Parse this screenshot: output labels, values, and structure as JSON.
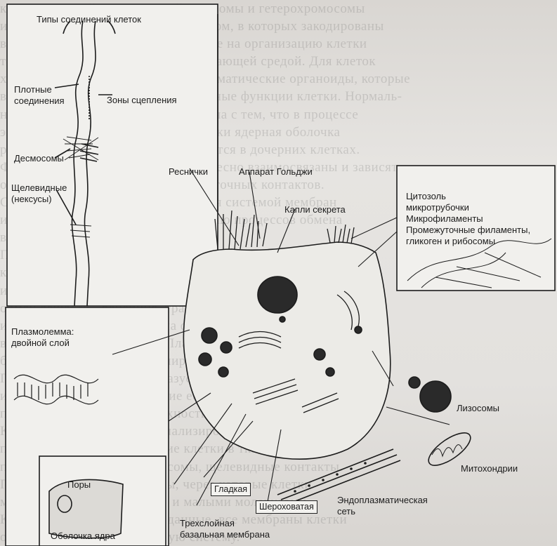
{
  "diagram": {
    "background_text_lines": [
      "кается по одной копии каждой аутосомы и гетерохромосомы",
      "и наследует по одной копии хромосом, в которых закодированы",
      "все виды информации, рассчитанные на организацию клетки",
      "только при взаимодействии с окружающей средой. Для клеток",
      "характерны мембранные и цитоплазматические органоиды, которые",
      "в комплексе выполняют все жизненные функции клетки. Нормаль-",
      "ность ядерного компартмента связана с тем, что в процессе",
      "эволюции при каждом делении клетки ядерная оболочка",
      "распадается и снова восстанавливается в дочерних клетках.",
      "Функции мембранных органоидов тесно взаимосвязаны и зависят",
      "от состояния цитоскелета и межклеточных контактов.",
      "Структура цитоплазмы определяется системой мембран",
      "и обеспечивает компартментализацию процессов обмена",
      "веществ в клетке.",
      "Плазмолемма (плазматическая мембрана) - внешняя",
      "клеточная структура, образующая поверхностный барьер",
      "и ограничивающая клетку. Через плазмолемму осуществляется",
      "обмен веществ - рецепция, транспорт, межклеточные контакты",
      "и другие функции. Мембрана состоит из двух слоёв липидов,",
      "в которые встроены белки. Плазмолемма выполняет",
      "барьерную функцию и регулирует поступление веществ.",
      "Поверхность мембраны образует многочисленные выросты",
      "и углубления, увеличивающие её площадь. Гликокаликс",
      "покрывает наружную поверхность клетки.",
      "Клеточные контакты - специализированные структуры",
      "плазмолеммы, объединяющие клетки в ткани. Различают",
      "плотные соединения, десмосомы, щелевидные контакты.",
      "При этом образуются каналы, через которые клетки",
      "могут обмениваться ионами и малыми молекулами.",
      "Как показывают последние данные, все мембраны клетки",
      "образуют единую мембранную систему."
    ],
    "labels": {
      "cell_junction_types": "Типы соединений клеток",
      "tight_junctions": "Плотные\nсоединения",
      "adhesion_zones": "Зоны сцепления",
      "desmosomes": "Десмосомы",
      "gap_junctions": "Щелевидные\n(нексусы)",
      "cilia": "Реснички",
      "golgi": "Аппарат Гольджи",
      "secretion_drops": "Капли секрета",
      "cytoskeleton_box": "Цитозоль\nмикротрубочки\nМикрофиламенты\nПромежуточные филаменты,\nгликоген и рибосомы",
      "plasmalemma": "Плазмолемма:\nдвойной слой",
      "lysosomes": "Лизосомы",
      "mitochondria": "Митохондрии",
      "pores": "Поры",
      "nuclear_envelope": "Оболочка ядра",
      "basal_membrane": "Трехслойная\nбазальная мембрана",
      "smooth": "Гладкая",
      "rough": "Шероховатая",
      "er": "Эндоплазматическая\nсеть"
    },
    "colors": {
      "ink": "#1c1c1c",
      "paper": "#e4e2df"
    }
  }
}
